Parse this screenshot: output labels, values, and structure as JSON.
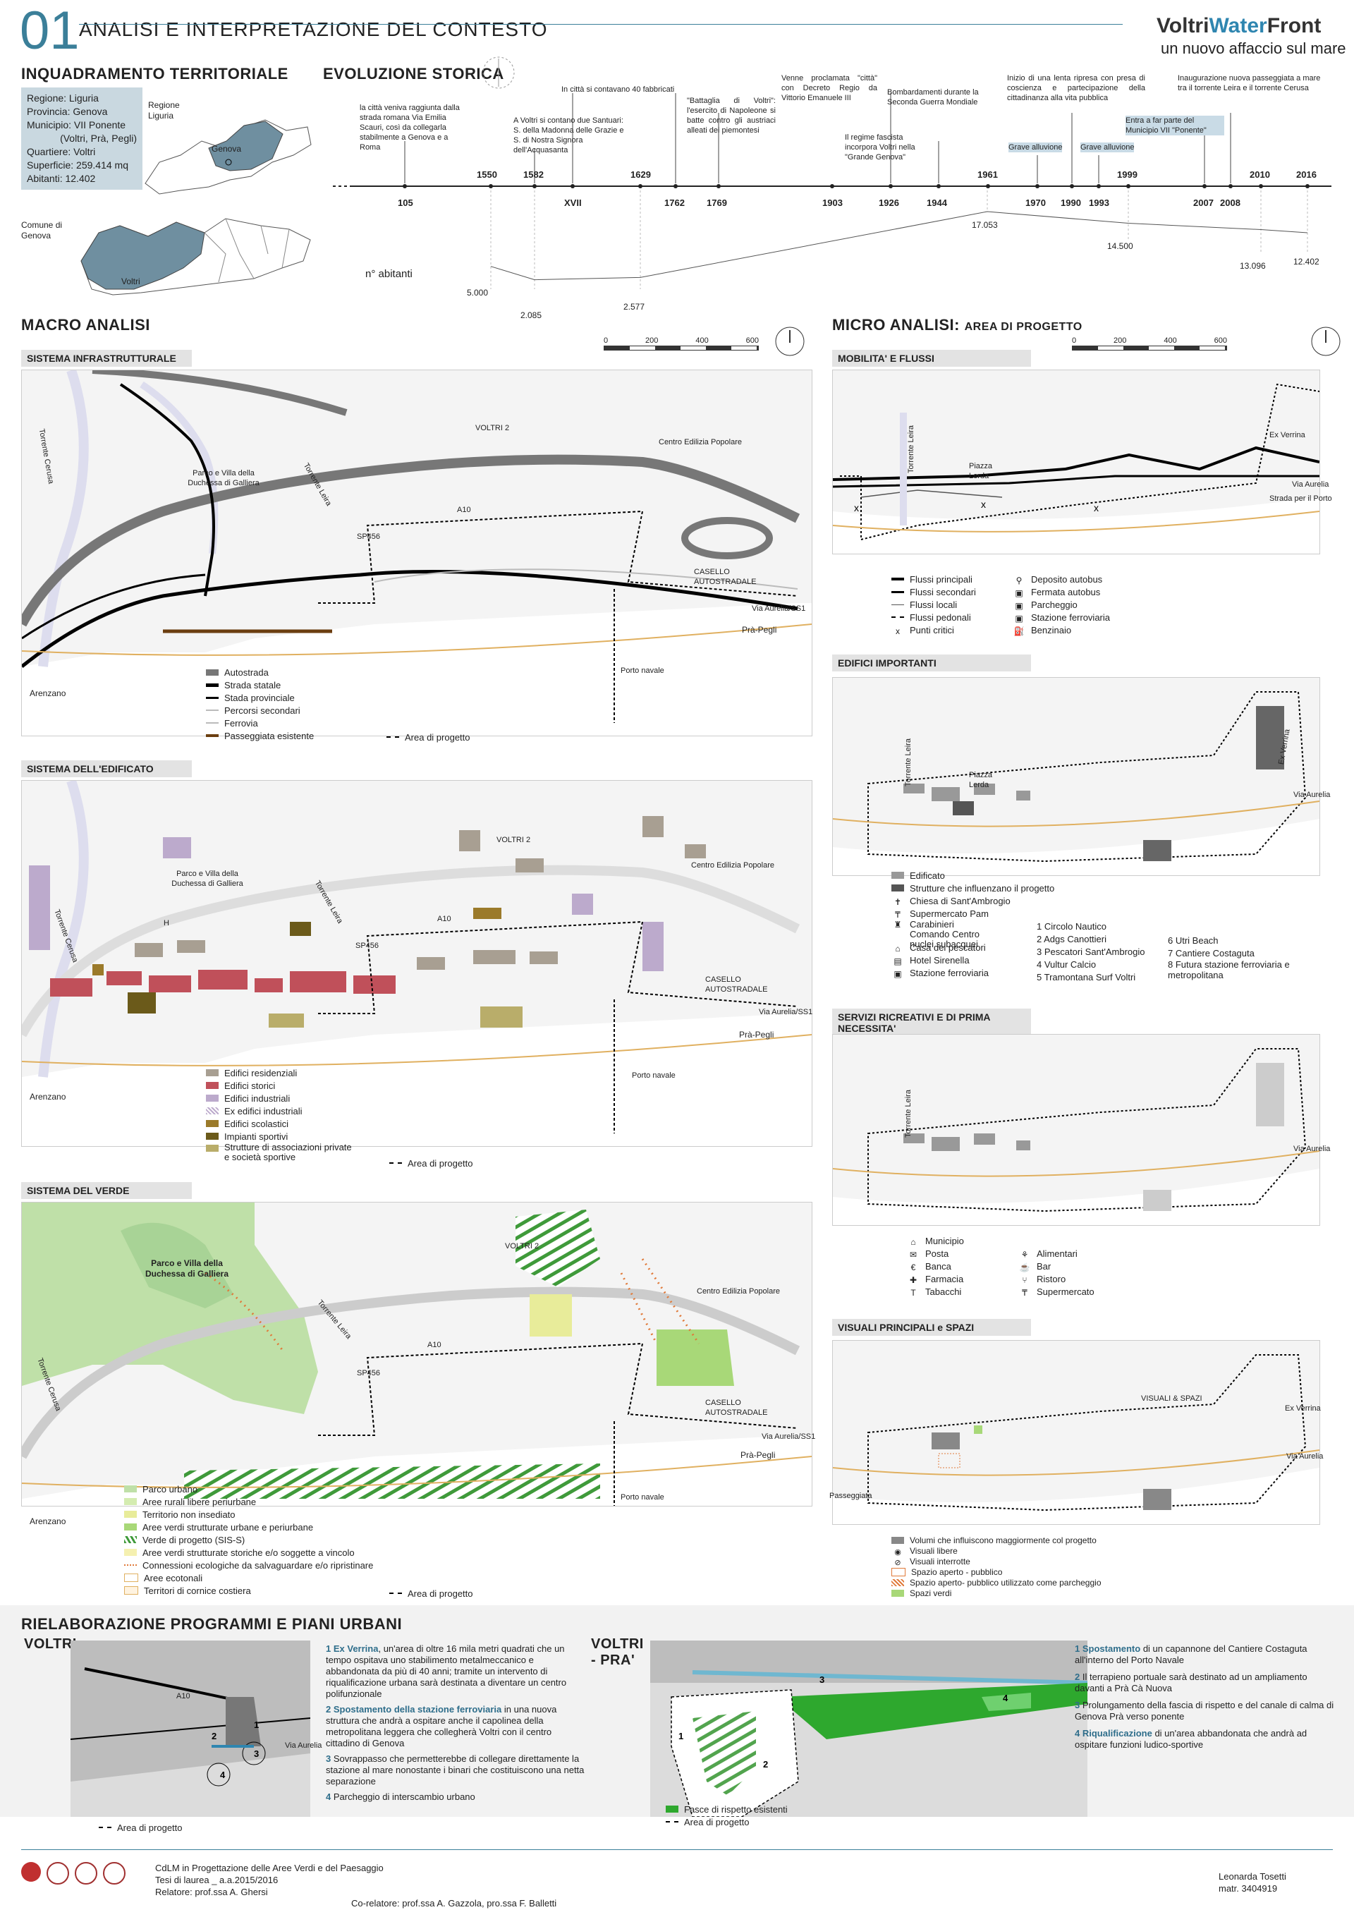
{
  "header": {
    "number": "01",
    "title": "ANALISI E INTERPRETAZIONE DEL CONTESTO",
    "brand_a": "Voltri",
    "brand_b": "Water",
    "brand_c": "Front",
    "brand_sub": "un nuovo affaccio sul mare"
  },
  "inquadramento": {
    "title": "INQUADRAMENTO TERRITORIALE",
    "info": [
      "Regione: Liguria",
      "Provincia: Genova",
      "Municipio: VII Ponente",
      "(Voltri, Prà, Pegli)",
      "Quartiere: Voltri",
      "Superficie: 259.414 mq",
      "Abitanti: 12.402"
    ],
    "regione_label": "Regione Liguria",
    "genova_label": "Genova",
    "comune_label": "Comune di Genova",
    "voltri_label": "Voltri"
  },
  "evoluzione": {
    "title": "EVOLUZIONE STORICA",
    "abitanti_label": "n° abitanti",
    "years_top": [
      "1550",
      "1582",
      "1629",
      "1961",
      "1999",
      "2010",
      "2016"
    ],
    "years_bottom": [
      "105",
      "XVII",
      "1762",
      "1769",
      "1903",
      "1926",
      "1944",
      "1970",
      "1990",
      "1993",
      "2007",
      "2008"
    ],
    "events": [
      "la città veniva raggiunta dalla strada romana Via Emilia Scauri, così da collegarla stabilmente a Genova e a Roma",
      "A Voltri si contano due Santuari: S. della Madonna delle Grazie e S. di Nostra Signora dell'Acquasanta",
      "In città si contavano 40 fabbricati",
      "\"Battaglia di Voltri\": l'esercito di Napoleone si batte contro gli austriaci alleati dei piemontesi",
      "Venne proclamata \"città\" con Decreto Regio da Vittorio Emanuele III",
      "Il regime fascista incorpora Voltri nella \"Grande Genova\"",
      "Bombardamenti durante la Seconda Guerra Mondiale",
      "Inizio di una lenta ripresa con presa di coscienza e partecipazione della cittadinanza alla vita pubblica",
      "Grave alluvione",
      "Grave alluvione",
      "Entra a far parte del Municipio VII \"Ponente\"",
      "Inaugurazione nuova passeggiata a mare tra il torrente Leira e il torrente Cerusa"
    ],
    "population": [
      "5.000",
      "2.085",
      "2.577",
      "17.053",
      "14.500",
      "13.096",
      "12.402"
    ],
    "population_values": [
      5000,
      2085,
      2577,
      17053,
      14500,
      13096,
      12402
    ]
  },
  "macro": {
    "title": "MACRO ANALISI",
    "scale": [
      "0",
      "200",
      "400",
      "600"
    ],
    "infra": {
      "title": "SISTEMA INFRASTRUTTURALE",
      "legend": [
        "Autostrada",
        "Strada statale",
        "Stada provinciale",
        "Percorsi secondari",
        "Ferrovia",
        "Passeggiata esistente"
      ],
      "area": "Area di progetto",
      "labels": [
        "VOLTRI 2",
        "Centro Edilizia Popolare",
        "Parco e Villa della Duchessa di Galliera",
        "Torrente Leira",
        "Torrente Cerusa",
        "A10",
        "SP456",
        "CASELLO AUTOSTRADALE",
        "Via Aurelia/SS1",
        "Prà-Pegli",
        "Porto navale",
        "Arenzano"
      ]
    },
    "edificato": {
      "title": "SISTEMA DELL'EDIFICATO",
      "legend": [
        "Edifici residenziali",
        "Edifici storici",
        "Edifici industriali",
        "Ex edifici industriali",
        "Edifici scolastici",
        "Impianti sportivi",
        "Strutture di associazioni private e società sportive"
      ],
      "area": "Area di progetto",
      "labels": [
        "VOLTRI 2",
        "Centro Edilizia Popolare",
        "Parco e Villa della Duchessa di Galliera",
        "Torrente Leira",
        "Torrente Cerusa",
        "A10",
        "SP456",
        "CASELLO AUTOSTRADALE",
        "Via Aurelia/SS1",
        "Prà-Pegli",
        "Porto navale",
        "Arenzano",
        "H"
      ]
    },
    "verde": {
      "title": "SISTEMA DEL VERDE",
      "legend": [
        "Parco urbano",
        "Aree rurali libere periurbane",
        "Territorio non insediato",
        "Aree verdi strutturate urbane e periurbane",
        "Verde di progetto (SIS-S)",
        "Aree verdi strutturate storiche e/o soggette a vincolo",
        "Connessioni ecologiche da salvaguardare e/o ripristinare",
        "Aree ecotonali",
        "Territori di cornice costiera"
      ],
      "area": "Area di progetto",
      "labels": [
        "VOLTRI 2",
        "Centro Edilizia Popolare",
        "Parco e Villa della Duchessa di Galliera",
        "Torrente Leira",
        "Torrente Cerusa",
        "A10",
        "SP456",
        "CASELLO AUTOSTRADALE",
        "Via Aurelia/SS1",
        "Prà-Pegli",
        "Porto navale",
        "Arenzano"
      ]
    }
  },
  "micro": {
    "title": "MICRO ANALISI:",
    "title_sub": "AREA DI PROGETTO",
    "scale": [
      "0",
      "200",
      "400",
      "600"
    ],
    "mobilita": {
      "title": "MOBILITA' E FLUSSI",
      "legend_left": [
        "Flussi principali",
        "Flussi secondari",
        "Flussi locali",
        "Flussi pedonali",
        "Punti critici"
      ],
      "legend_right": [
        "Deposito autobus",
        "Fermata autobus",
        "Parcheggio",
        "Stazione ferroviaria",
        "Benzinaio"
      ],
      "labels": [
        "Ex Verrina",
        "Piazza Lerda",
        "Torrente Leira",
        "Via Aurelia",
        "Strada per il Porto"
      ]
    },
    "edifici": {
      "title": "EDIFICI IMPORTANTI",
      "legend_left": [
        "Edificato",
        "Strutture che influenzano il progetto",
        "Chiesa di Sant'Ambrogio",
        "Supermercato Pam",
        "Carabinieri Comando Centro nuclei subacquei",
        "Casa dei pescatori",
        "Hotel Sirenella",
        "Stazione ferroviaria"
      ],
      "legend_mid": [
        "1 Circolo Nautico",
        "2 Adgs Canottieri",
        "3 Pescatori Sant'Ambrogio",
        "4 Vultur Calcio",
        "5 Tramontana Surf Voltri"
      ],
      "legend_right": [
        "6 Utri Beach",
        "7 Cantiere Costaguta",
        "8 Futura stazione ferroviaria e metropolitana"
      ],
      "labels": [
        "Ex Verrina",
        "Piazza Lerda",
        "Torrente Leira",
        "Via Aurelia"
      ]
    },
    "servizi": {
      "title": "SERVIZI RICREATIVI E DI PRIMA NECESSITA'",
      "legend_left": [
        "Municipio",
        "Posta",
        "Banca",
        "Farmacia",
        "Tabacchi"
      ],
      "legend_right": [
        "Alimentari",
        "Bar",
        "Ristoro",
        "Supermercato"
      ],
      "labels": [
        "Torrente Leira",
        "Via Aurelia"
      ]
    },
    "visuali": {
      "title": "VISUALI PRINCIPALI e SPAZI",
      "legend": [
        "Volumi che influiscono maggiormente col progetto",
        "Visuali libere",
        "Visuali interrotte",
        "Spazio aperto - pubblico",
        "Spazio aperto- pubblico utilizzato come parcheggio",
        "Spazi verdi"
      ],
      "labels": [
        "VISUALI & SPAZI",
        "Ex Verrina",
        "Via Aurelia",
        "Passeggiata"
      ]
    }
  },
  "programmi": {
    "title": "RIELABORAZIONE PROGRAMMI E PIANI URBANI",
    "voltri_title": "VOLTRI",
    "voltri_pra_title": "VOLTRI - PRA'",
    "voltri_items": [
      {
        "n": "1",
        "bold": "Ex Verrina",
        "text": ", un'area di oltre 16 mila metri quadrati che un tempo ospitava uno stabilimento metalmeccanico e abbandonata da più di 40 anni; tramite un intervento di riqualificazione urbana sarà destinata a diventare un centro polifunzionale"
      },
      {
        "n": "2",
        "bold": "Spostamento della stazione ferroviaria",
        "text": " in una nuova struttura che andrà a ospitare anche il capolinea della metropolitana leggera che collegherà Voltri con il centro cittadino di Genova"
      },
      {
        "n": "3",
        "bold": "",
        "text": "Sovrappasso che permetterebbe di collegare direttamente la stazione al mare nonostante i binari che costituiscono una netta separazione"
      },
      {
        "n": "4",
        "bold": "",
        "text": "Parcheggio di interscambio urbano"
      }
    ],
    "pra_items": [
      {
        "n": "1",
        "bold": "Spostamento",
        "text": " di un capannone del Cantiere Costaguta all'interno del Porto Navale"
      },
      {
        "n": "2",
        "bold": "",
        "text": "Il terrapieno portuale sarà destinato ad un ampliamento davanti a Prà Cà Nuova"
      },
      {
        "n": "3",
        "bold": "",
        "text": "Prolungamento della fascia di rispetto e del canale di calma di Genova Prà verso ponente"
      },
      {
        "n": "4",
        "bold": "Riqualificazione",
        "text": " di un'area abbandonata che andrà ad ospitare funzioni ludico-sportive"
      }
    ],
    "area_label": "Area di progetto",
    "fasce_label": "Fasce di rispetto esistenti",
    "map_labels": [
      "A10",
      "Via Aurelia"
    ]
  },
  "footer": {
    "line1": "CdLM in Progettazione delle Aree Verdi e del Paesaggio",
    "line2": "Tesi di laurea  _   a.a.2015/2016",
    "line3": "Relatore: prof.ssa A. Ghersi",
    "corel": "Co-relatore: prof.ssa A. Gazzola, pro.ssa F. Balletti",
    "author": "Leonarda Tosetti",
    "matr": "matr. 3404919"
  },
  "colors": {
    "accent": "#3b7f99",
    "highway": "#7a7a7a",
    "residential": "#a89f92",
    "historic": "#c0505a",
    "industrial": "#bcaacc",
    "school": "#9b7a2a",
    "sport": "#6b5a1a",
    "associations": "#b9ad6a",
    "park": "#bfe0a8",
    "green": "#5fb04a",
    "coast": "#e0b060"
  }
}
